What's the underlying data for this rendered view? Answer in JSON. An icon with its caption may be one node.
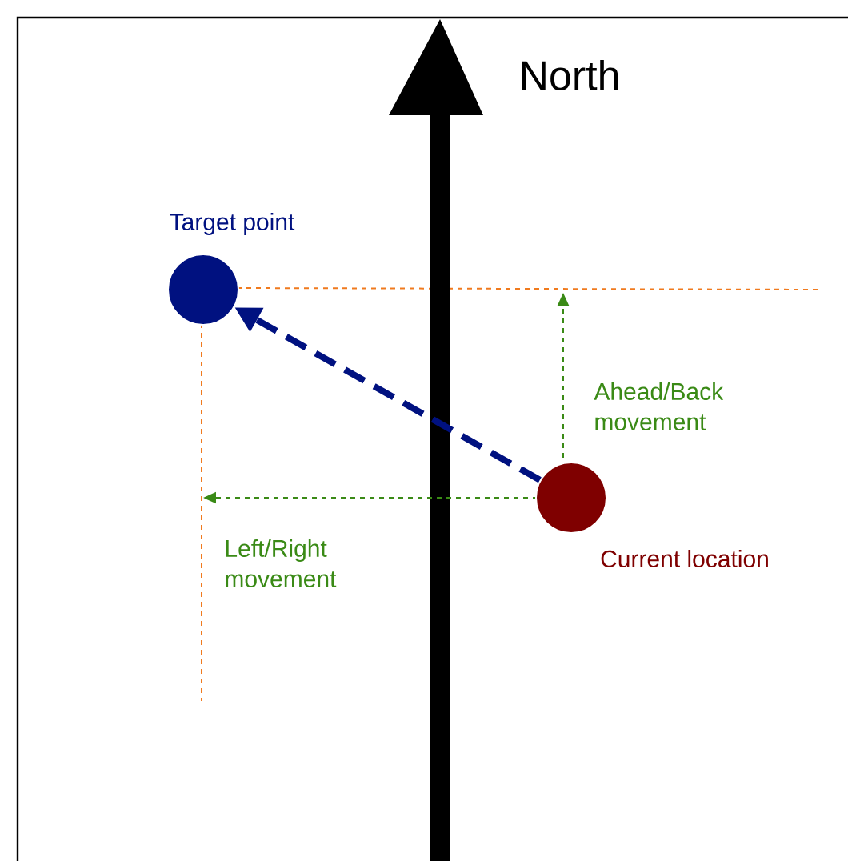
{
  "diagram": {
    "nodes": [
      {
        "text": [
          "Target point"
        ]
      },
      {
        "text": [
          "Current location"
        ]
      }
    ],
    "edges": [
      {
        "from": 1,
        "to": 0,
        "arrow": "to",
        "style": "dashed"
      }
    ],
    "labels": [
      "North",
      "Ahead/Back movement",
      "Left/Right movement"
    ]
  }
}
